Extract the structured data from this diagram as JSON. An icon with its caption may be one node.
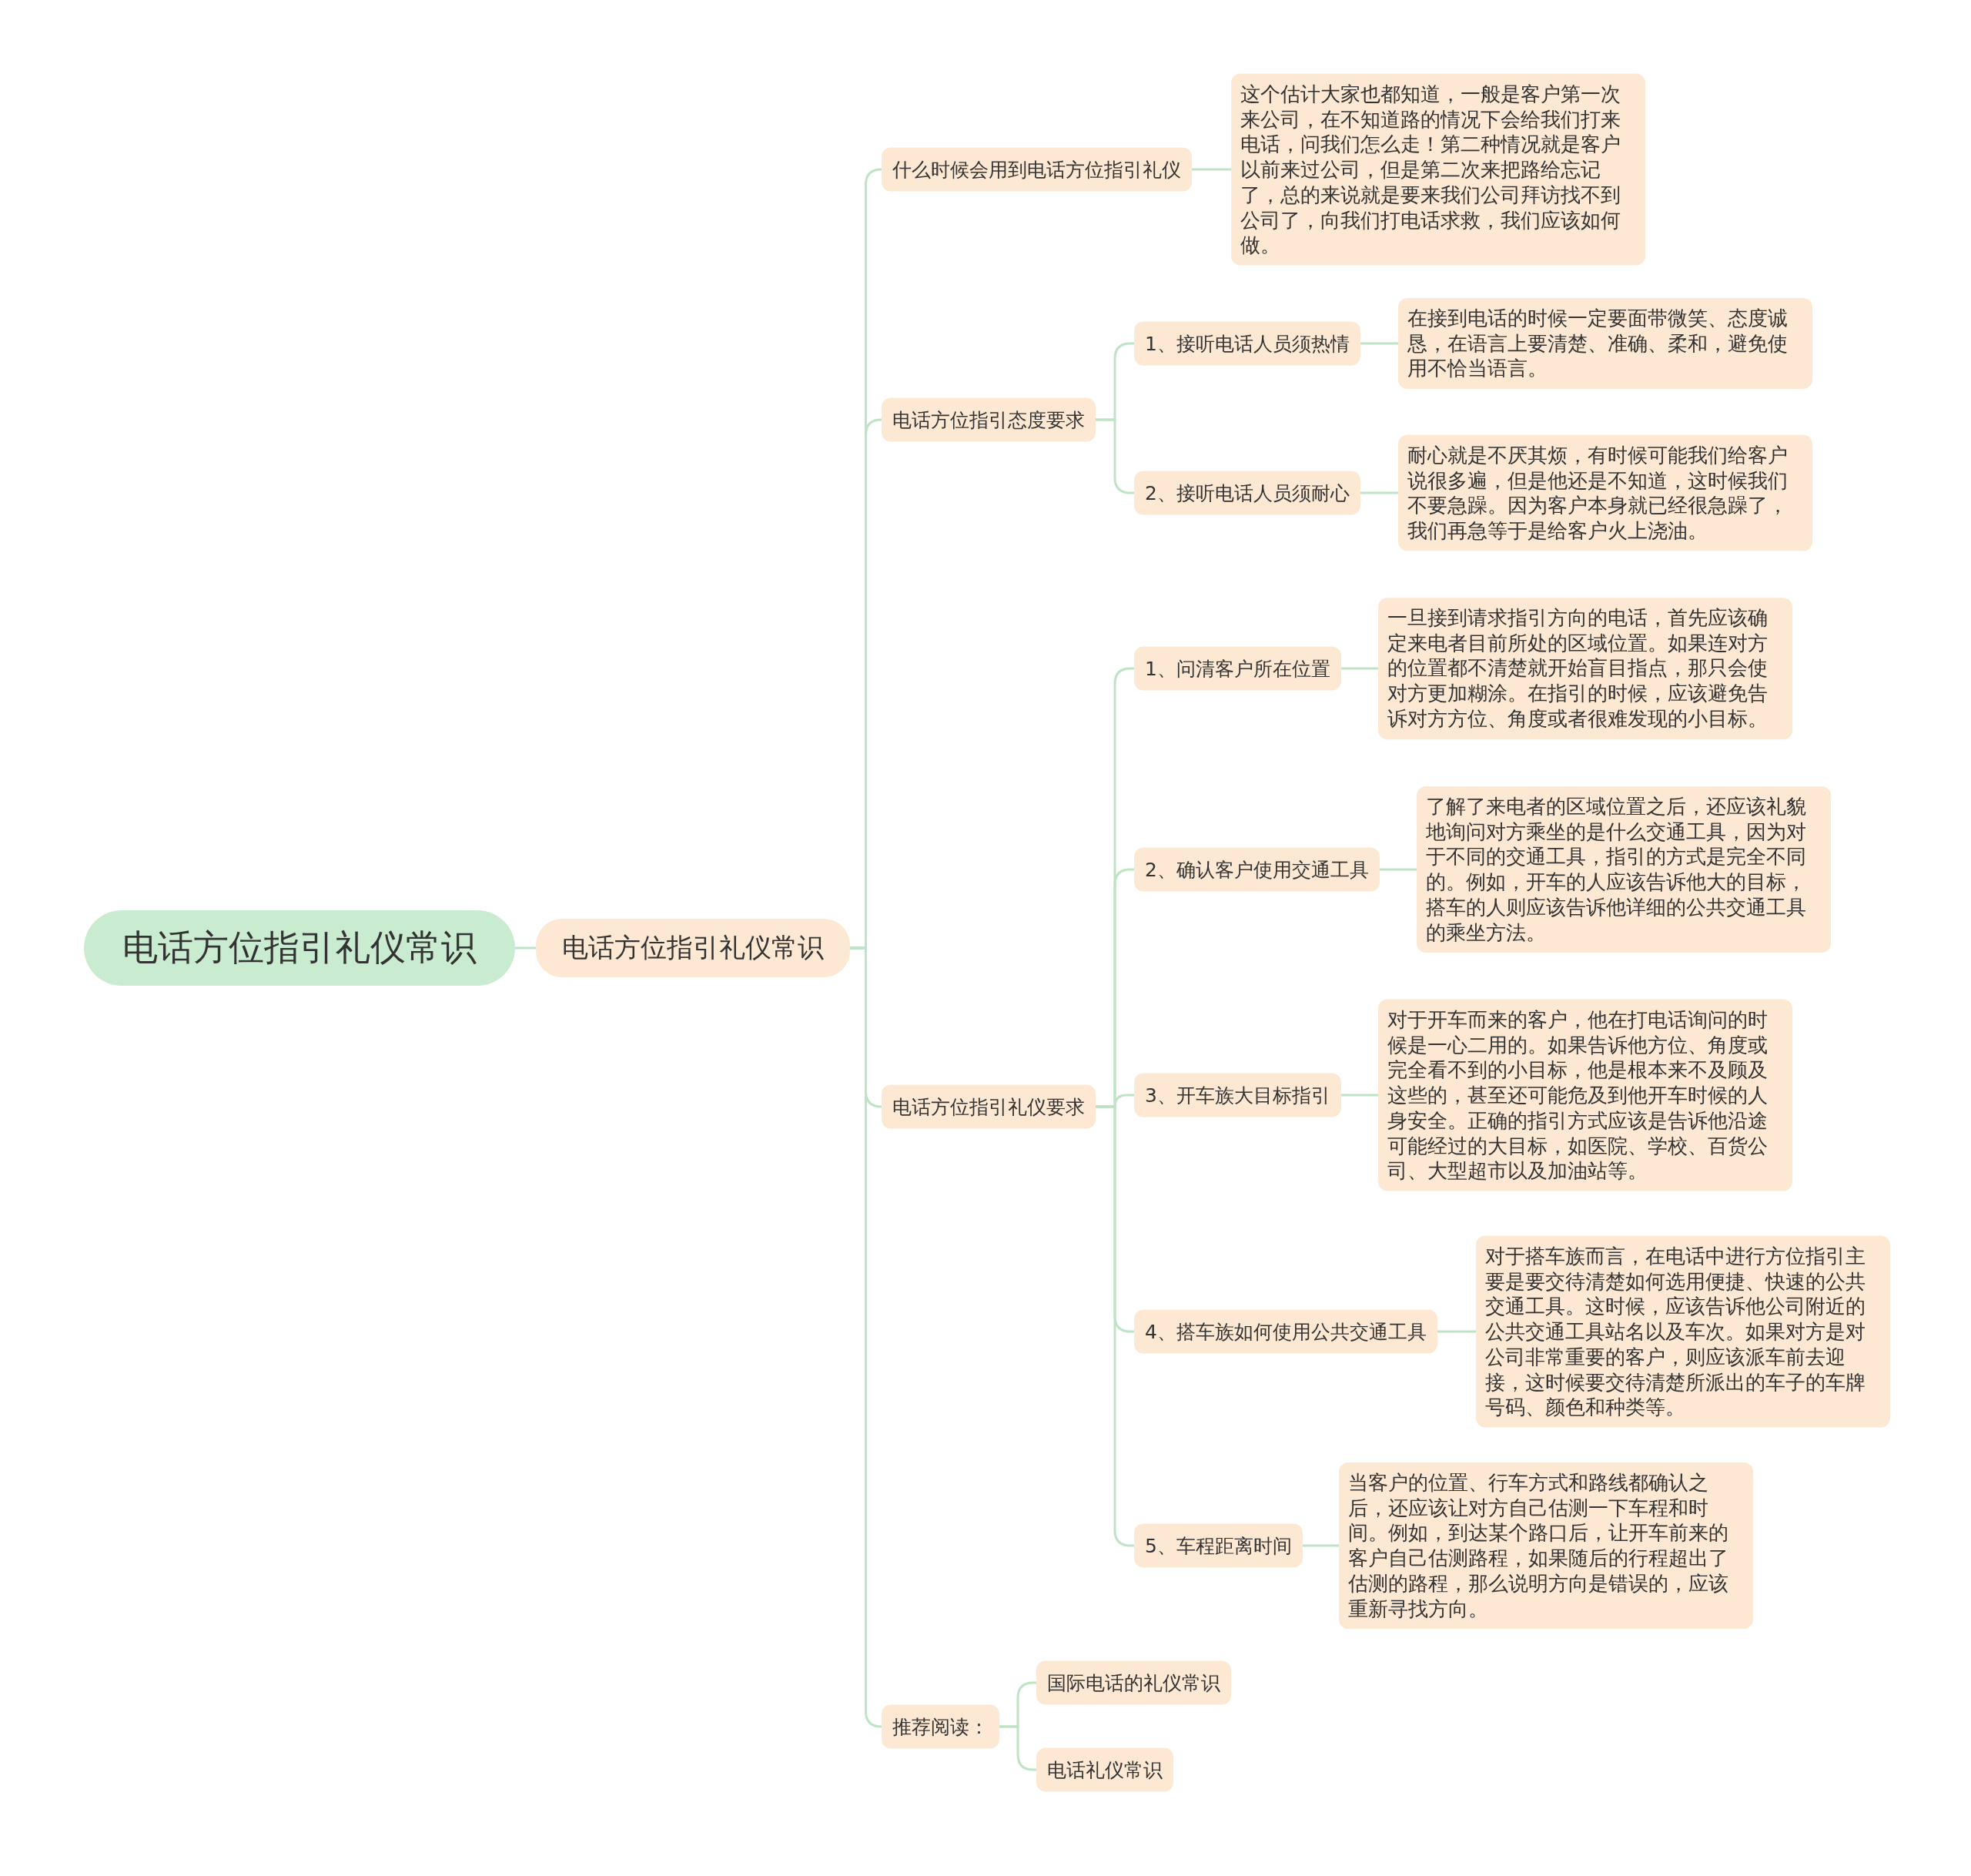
{
  "diagram": {
    "nodes": [
      {
        "text": [
          "电话方位指引礼仪常识"
        ]
      },
      {
        "text": [
          "电话方位指引礼仪常识"
        ]
      },
      {
        "text": [
          "什么时候会用到电话方位指引礼仪"
        ]
      },
      {
        "text": [
          "这个估计大家也都知道，一般是客户第一次来公司，在不知道路的情况下会给我们打来电话，问我们怎么走！第二种情况就是客户以前来过公司，但是第二次来把路给忘记了，总的来说就是要来我们公司拜访找不到公司了，向我们打电话求救，我们应该如何做。"
        ]
      },
      {
        "text": [
          "电话方位指引态度要求"
        ]
      },
      {
        "text": [
          "1、接听电话人员须热情"
        ]
      },
      {
        "text": [
          "在接到电话的时候一定要面带微笑、态度诚恳，在语言上要清楚、准确、柔和，避免使用不恰当语言。"
        ]
      },
      {
        "text": [
          "2、接听电话人员须耐心"
        ]
      },
      {
        "text": [
          "耐心就是不厌其烦，有时候可能我们给客户说很多遍，但是他还是不知道，这时候我们不要急躁。因为客户本身就已经很急躁了，我们再急等于是给客户火上浇油。"
        ]
      },
      {
        "text": [
          "电话方位指引礼仪要求"
        ]
      },
      {
        "text": [
          "1、问清客户所在位置"
        ]
      },
      {
        "text": [
          "一旦接到请求指引方向的电话，首先应该确定来电者目前所处的区域位置。如果连对方的位置都不清楚就开始盲目指点，那只会使对方更加糊涂。在指引的时候，应该避免告诉对方方位、角度或者很难发现的小目标。"
        ]
      },
      {
        "text": [
          "2、确认客户使用交通工具"
        ]
      },
      {
        "text": [
          "了解了来电者的区域位置之后，还应该礼貌地询问对方乘坐的是什么交通工具，因为对于不同的交通工具，指引的方式是完全不同的。例如，开车的人应该告诉他大的目标，搭车的人则应该告诉他详细的公共交通工具的乘坐方法。"
        ]
      },
      {
        "text": [
          "3、开车族大目标指引"
        ]
      },
      {
        "text": [
          "对于开车而来的客户，他在打电话询问的时候是一心二用的。如果告诉他方位、角度或完全看不到的小目标，他是根本来不及顾及这些的，甚至还可能危及到他开车时候的人身安全。正确的指引方式应该是告诉他沿途可能经过的大目标，如医院、学校、百货公司、大型超市以及加油站等。"
        ]
      },
      {
        "text": [
          "4、搭车族如何使用公共交通工具"
        ]
      },
      {
        "text": [
          "对于搭车族而言，在电话中进行方位指引主要是要交待清楚如何选用便捷、快速的公共交通工具。这时候，应该告诉他公司附近的公共交通工具站名以及车次。如果对方是对公司非常重要的客户，则应该派车前去迎接，这时候要交待清楚所派出的车子的车牌号码、颜色和种类等。"
        ]
      },
      {
        "text": [
          "5、车程距离时间"
        ]
      },
      {
        "text": [
          "当客户的位置、行车方式和路线都确认之后，还应该让对方自己估测一下车程和时间。例如，到达某个路口后，让开车前来的客户自己估测路程，如果随后的行程超出了估测的路程，那么说明方向是错误的，应该重新寻找方向。"
        ]
      },
      {
        "text": [
          "推荐阅读："
        ]
      },
      {
        "text": [
          "国际电话的礼仪常识"
        ]
      },
      {
        "text": [
          "电话礼仪常识"
        ]
      }
    ],
    "edges": [
      {
        "from": 0,
        "to": 1,
        "arrow": "none"
      },
      {
        "from": 1,
        "to": 2,
        "arrow": "none"
      },
      {
        "from": 2,
        "to": 3,
        "arrow": "none"
      },
      {
        "from": 1,
        "to": 4,
        "arrow": "none"
      },
      {
        "from": 4,
        "to": 5,
        "arrow": "none"
      },
      {
        "from": 5,
        "to": 6,
        "arrow": "none"
      },
      {
        "from": 4,
        "to": 7,
        "arrow": "none"
      },
      {
        "from": 7,
        "to": 8,
        "arrow": "none"
      },
      {
        "from": 1,
        "to": 9,
        "arrow": "none"
      },
      {
        "from": 9,
        "to": 10,
        "arrow": "none"
      },
      {
        "from": 10,
        "to": 11,
        "arrow": "none"
      },
      {
        "from": 9,
        "to": 12,
        "arrow": "none"
      },
      {
        "from": 12,
        "to": 13,
        "arrow": "none"
      },
      {
        "from": 9,
        "to": 14,
        "arrow": "none"
      },
      {
        "from": 14,
        "to": 15,
        "arrow": "none"
      },
      {
        "from": 9,
        "to": 16,
        "arrow": "none"
      },
      {
        "from": 16,
        "to": 17,
        "arrow": "none"
      },
      {
        "from": 9,
        "to": 18,
        "arrow": "none"
      },
      {
        "from": 18,
        "to": 19,
        "arrow": "none"
      },
      {
        "from": 1,
        "to": 20,
        "arrow": "none"
      },
      {
        "from": 20,
        "to": 21,
        "arrow": "none"
      },
      {
        "from": 20,
        "to": 22,
        "arrow": "none"
      }
    ]
  }
}
